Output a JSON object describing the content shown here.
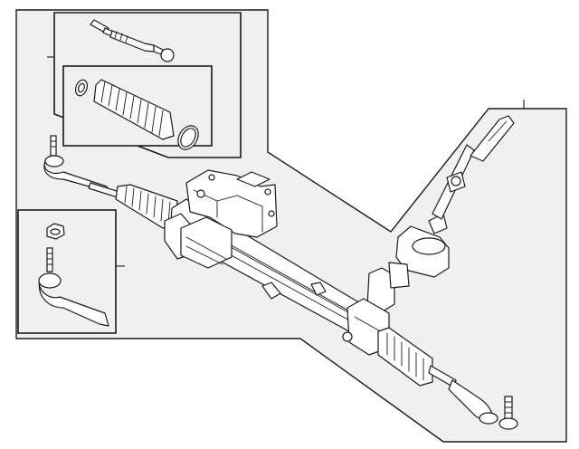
{
  "diagram": {
    "kind": "exploded parts illustration",
    "background": "#ffffff",
    "panel_fill": "#f0f0f0",
    "line_color": "#1a1a1a",
    "parts": [
      {
        "name": "steering-gear-rack-assembly"
      },
      {
        "name": "inner-tie-rod"
      },
      {
        "name": "boot-kit"
      },
      {
        "name": "outer-tie-rod-end"
      },
      {
        "name": "tie-rod-nut"
      },
      {
        "name": "intermediate-shaft"
      },
      {
        "name": "electric-assist-motor"
      }
    ]
  }
}
